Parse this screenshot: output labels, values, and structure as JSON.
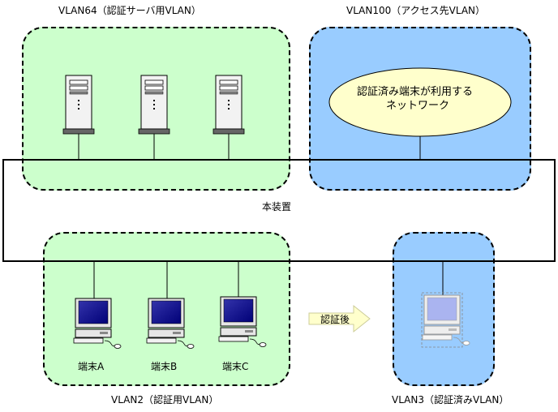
{
  "vlans": {
    "vlan64": "VLAN64（認証サーバ用VLAN）",
    "vlan100": "VLAN100（アクセス先VLAN）",
    "vlan2": "VLAN2（認証用VLAN）",
    "vlan3": "VLAN3（認証済みVLAN）"
  },
  "network_cloud": {
    "line1": "認証済み端末が利用する",
    "line2": "ネットワーク"
  },
  "device": "本装置",
  "arrow_label": "認証後",
  "terminals": [
    "端末A",
    "端末B",
    "端末C"
  ],
  "colors": {
    "green_zone": "#ccffcc",
    "blue_zone": "#99ccff",
    "ellipse": "#ffffcc",
    "arrow": "#ffffcc"
  }
}
